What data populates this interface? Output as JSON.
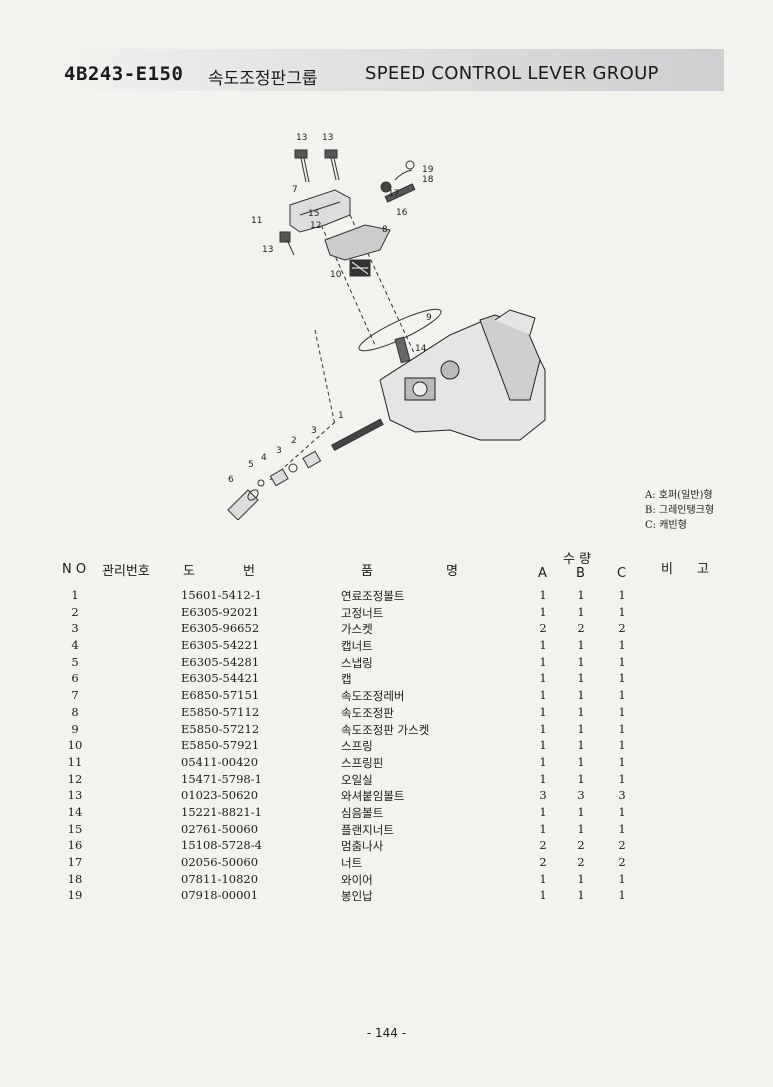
{
  "header": {
    "model_code": "4B243-E150",
    "title_ko": "속도조정판그룹",
    "title_en": "SPEED CONTROL LEVER GROUP"
  },
  "diagram": {
    "callouts": [
      "13",
      "13",
      "19",
      "18",
      "7",
      "17",
      "11",
      "15",
      "16",
      "12",
      "8",
      "13",
      "10",
      "9",
      "14",
      "1",
      "3",
      "2",
      "3",
      "4",
      "5",
      "6"
    ]
  },
  "legend": [
    "A: 호퍼(일반)형",
    "B: 그레인탱크형",
    "C: 캐빈형"
  ],
  "table": {
    "headers": {
      "no": "N O",
      "mgmt": "관리번호",
      "drawing_1": "도",
      "drawing_2": "번",
      "name_1": "품",
      "name_2": "명",
      "qty": "수 량",
      "a": "A",
      "b": "B",
      "c": "C",
      "remarks_1": "비",
      "remarks_2": "고"
    },
    "rows": [
      {
        "no": "1",
        "part": "15601-5412-1",
        "name": "연료조정볼트",
        "a": "1",
        "b": "1",
        "c": "1"
      },
      {
        "no": "2",
        "part": "E6305-92021",
        "name": "고정너트",
        "a": "1",
        "b": "1",
        "c": "1"
      },
      {
        "no": "3",
        "part": "E6305-96652",
        "name": "가스켓",
        "a": "2",
        "b": "2",
        "c": "2"
      },
      {
        "no": "4",
        "part": "E6305-54221",
        "name": "캡너트",
        "a": "1",
        "b": "1",
        "c": "1"
      },
      {
        "no": "5",
        "part": "E6305-54281",
        "name": "스냅링",
        "a": "1",
        "b": "1",
        "c": "1"
      },
      {
        "no": "6",
        "part": "E6305-54421",
        "name": "캡",
        "a": "1",
        "b": "1",
        "c": "1"
      },
      {
        "no": "7",
        "part": "E6850-57151",
        "name": "속도조정레버",
        "a": "1",
        "b": "1",
        "c": "1"
      },
      {
        "no": "8",
        "part": "E5850-57112",
        "name": "속도조정판",
        "a": "1",
        "b": "1",
        "c": "1"
      },
      {
        "no": "9",
        "part": "E5850-57212",
        "name": "속도조정판 가스켓",
        "a": "1",
        "b": "1",
        "c": "1"
      },
      {
        "no": "10",
        "part": "E5850-57921",
        "name": "스프링",
        "a": "1",
        "b": "1",
        "c": "1"
      },
      {
        "no": "11",
        "part": "05411-00420",
        "name": "스프링핀",
        "a": "1",
        "b": "1",
        "c": "1"
      },
      {
        "no": "12",
        "part": "15471-5798-1",
        "name": "오일실",
        "a": "1",
        "b": "1",
        "c": "1"
      },
      {
        "no": "13",
        "part": "01023-50620",
        "name": "와셔붙임볼트",
        "a": "3",
        "b": "3",
        "c": "3"
      },
      {
        "no": "14",
        "part": "15221-8821-1",
        "name": "심음볼트",
        "a": "1",
        "b": "1",
        "c": "1"
      },
      {
        "no": "15",
        "part": "02761-50060",
        "name": "플랜지너트",
        "a": "1",
        "b": "1",
        "c": "1"
      },
      {
        "no": "16",
        "part": "15108-5728-4",
        "name": "멈춤나사",
        "a": "2",
        "b": "2",
        "c": "2"
      },
      {
        "no": "17",
        "part": "02056-50060",
        "name": "너트",
        "a": "2",
        "b": "2",
        "c": "2"
      },
      {
        "no": "18",
        "part": "07811-10820",
        "name": "와이어",
        "a": "1",
        "b": "1",
        "c": "1"
      },
      {
        "no": "19",
        "part": "07918-00001",
        "name": "봉인납",
        "a": "1",
        "b": "1",
        "c": "1"
      }
    ]
  },
  "page_number": "- 144 -"
}
